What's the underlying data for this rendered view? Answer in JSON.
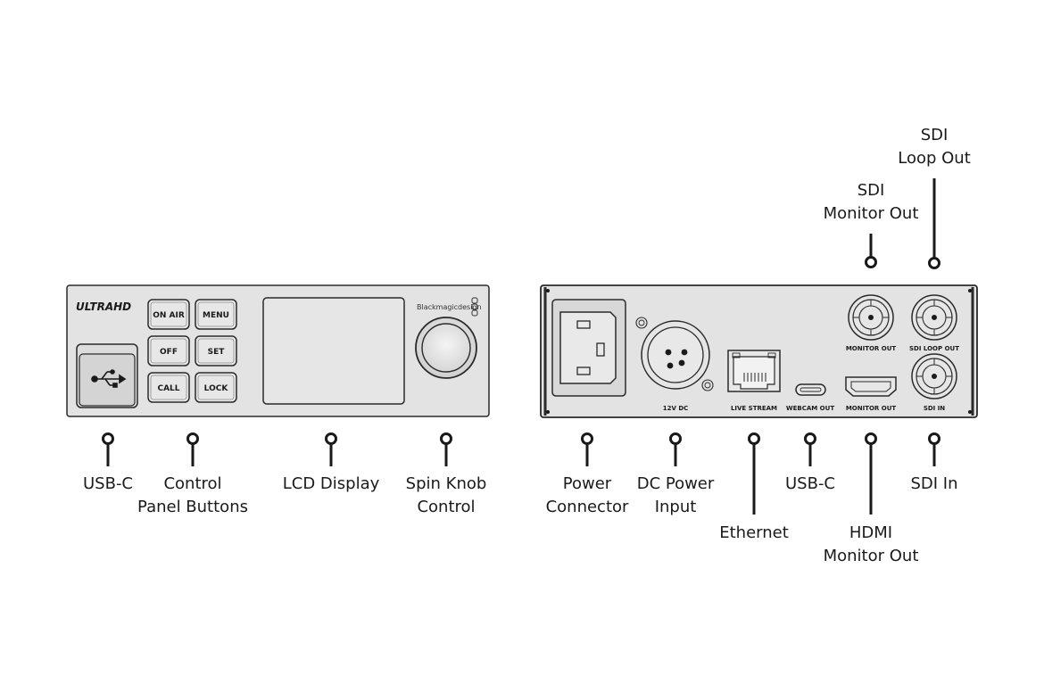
{
  "front_panel": {
    "logo": "ULTRAHD",
    "brand": "Blackmagicdesign",
    "buttons": [
      "ON AIR",
      "MENU",
      "OFF",
      "SET",
      "CALL",
      "LOCK"
    ]
  },
  "rear_panel": {
    "port_labels": {
      "dc_power": "12V DC",
      "live_stream": "LIVE STREAM",
      "webcam_out": "WEBCAM OUT",
      "hdmi_monitor_out": "MONITOR OUT",
      "sdi_monitor_out": "MONITOR OUT",
      "sdi_loop_out": "SDI LOOP OUT",
      "sdi_in": "SDI IN"
    }
  },
  "callouts": {
    "usb_c_front": "USB-C",
    "control_panel_buttons": "Control\nPanel Buttons",
    "lcd_display": "LCD Display",
    "spin_knob": "Spin Knob\nControl",
    "power_connector": "Power\nConnector",
    "dc_power_input": "DC Power\nInput",
    "ethernet": "Ethernet",
    "usb_c_rear": "USB-C",
    "hdmi_monitor_out": "HDMI\nMonitor Out",
    "sdi_in": "SDI In",
    "sdi_monitor_out": "SDI\nMonitor Out",
    "sdi_loop_out": "SDI\nLoop Out"
  },
  "colors": {
    "panel_fill": "#e3e3e3",
    "panel_stroke": "#2a2a2a",
    "line": "#1a1a1a"
  }
}
